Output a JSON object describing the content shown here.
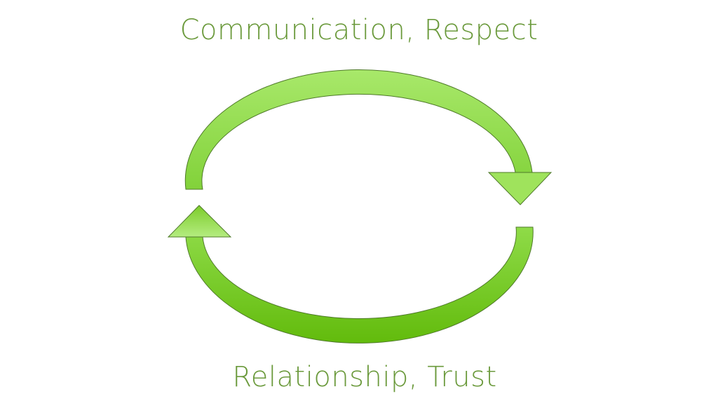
{
  "diagram": {
    "top_label": "Communication, Respect",
    "bottom_label": "Relationship, Trust",
    "colors": {
      "text": "#6b9a3c",
      "arrow_light": "#a4e664",
      "arrow_dark": "#66bf10",
      "outline": "#4f7a2a"
    },
    "arrows": [
      {
        "name": "upper-arc",
        "direction": "clockwise",
        "points_to": "bottom-right"
      },
      {
        "name": "lower-arc",
        "direction": "clockwise",
        "points_to": "top-left"
      }
    ]
  }
}
